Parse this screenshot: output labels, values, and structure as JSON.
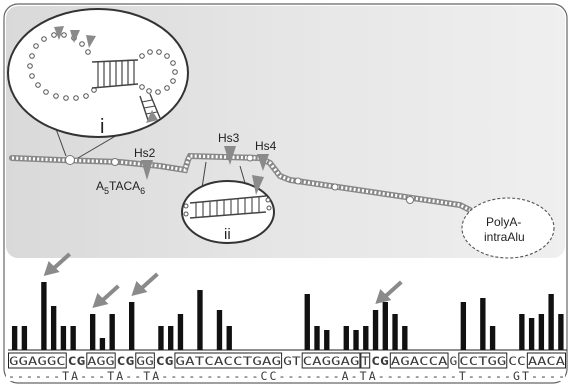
{
  "labels": {
    "hs2": "Hs2",
    "hs3": "Hs3",
    "hs4": "Hs4",
    "a_base": "A",
    "a_sub": "5",
    "taca": "TACA",
    "taca_sub": "6",
    "inset_i": "i",
    "inset_ii": "ii",
    "polya_line1": "PolyA-",
    "polya_line2": "intraAlu"
  },
  "sequence": {
    "top": [
      {
        "text": "GGAGGC",
        "boxed": true
      },
      {
        "text": "CG",
        "boxed": false,
        "bold": true
      },
      {
        "text": "AGG",
        "boxed": true
      },
      {
        "text": "CG",
        "boxed": false,
        "bold": true
      },
      {
        "text": "GG",
        "boxed": true
      },
      {
        "text": "CG",
        "boxed": false,
        "bold": true
      },
      {
        "text": "GATCACCTGAG",
        "boxed": true
      },
      {
        "text": "GT",
        "boxed": false
      },
      {
        "text": "CAGGAG",
        "boxed": true
      },
      {
        "text": "T",
        "boxed": true
      },
      {
        "text": "CG",
        "boxed": false,
        "bold": true
      },
      {
        "text": "AGACCA",
        "boxed": true
      },
      {
        "text": "G",
        "boxed": false
      },
      {
        "text": "CCTGG",
        "boxed": true
      },
      {
        "text": "CC",
        "boxed": false
      },
      {
        "text": "AACA",
        "boxed": true
      }
    ],
    "bottom": "------TA---TA--TA-----------CC-------A-TA---------T-----GT----"
  },
  "histogram": {
    "values": [
      6,
      6,
      0,
      17,
      11,
      6,
      6,
      0,
      9,
      3,
      9,
      0,
      12,
      0,
      0,
      6,
      6,
      9,
      0,
      15,
      0,
      10,
      6,
      0,
      0,
      0,
      0,
      0,
      0,
      0,
      14,
      6,
      5,
      0,
      6,
      5,
      6,
      10,
      12,
      9,
      6,
      0,
      0,
      0,
      0,
      0,
      12,
      0,
      13,
      6,
      0,
      0,
      9,
      8,
      9,
      14,
      9
    ],
    "arrow_bins": [
      3,
      8,
      12,
      37
    ]
  }
}
